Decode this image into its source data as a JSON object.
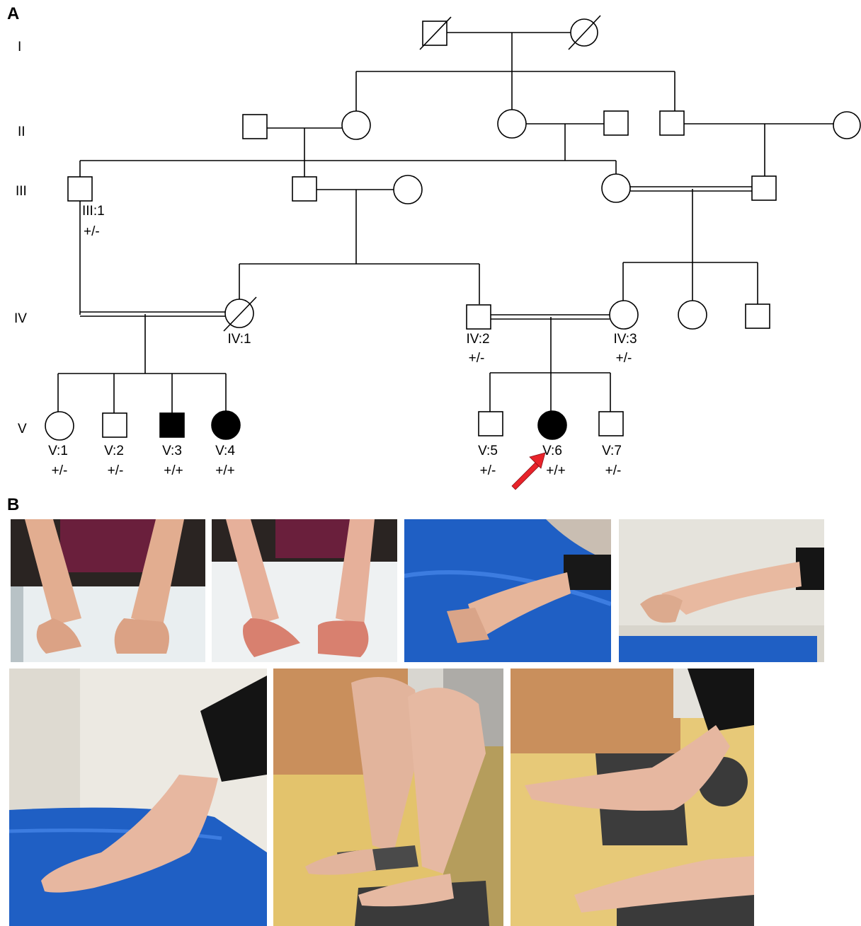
{
  "panels": {
    "a": "A",
    "b": "B"
  },
  "generations": [
    "I",
    "II",
    "III",
    "IV",
    "V"
  ],
  "individuals": {
    "III1": {
      "id": "III:1",
      "genotype": "+/-"
    },
    "IV1": {
      "id": "IV:1",
      "genotype": ""
    },
    "IV2": {
      "id": "IV:2",
      "genotype": "+/-"
    },
    "IV3": {
      "id": "IV:3",
      "genotype": "+/-"
    },
    "V1": {
      "id": "V:1",
      "genotype": "+/-"
    },
    "V2": {
      "id": "V:2",
      "genotype": "+/-"
    },
    "V3": {
      "id": "V:3",
      "genotype": "+/+"
    },
    "V4": {
      "id": "V:4",
      "genotype": "+/+"
    },
    "V5": {
      "id": "V:5",
      "genotype": "+/-"
    },
    "V6": {
      "id": "V:6",
      "genotype": "+/+"
    },
    "V7": {
      "id": "V:7",
      "genotype": "+/-"
    }
  },
  "colors": {
    "line": "#000000",
    "affected": "#000000",
    "proband_arrow": "#e8232a",
    "chair_blue": "#1f5fc4",
    "skin": "#e7b49a",
    "sheet": "#e9eef0"
  },
  "photos": [
    {
      "subject": "hands-dorsal"
    },
    {
      "subject": "hands-palmar"
    },
    {
      "subject": "hand-on-blue-chair"
    },
    {
      "subject": "hand-lateral"
    },
    {
      "subject": "foot-on-blue-chair"
    },
    {
      "subject": "legs-and-feet"
    },
    {
      "subject": "feet-lateral"
    }
  ]
}
